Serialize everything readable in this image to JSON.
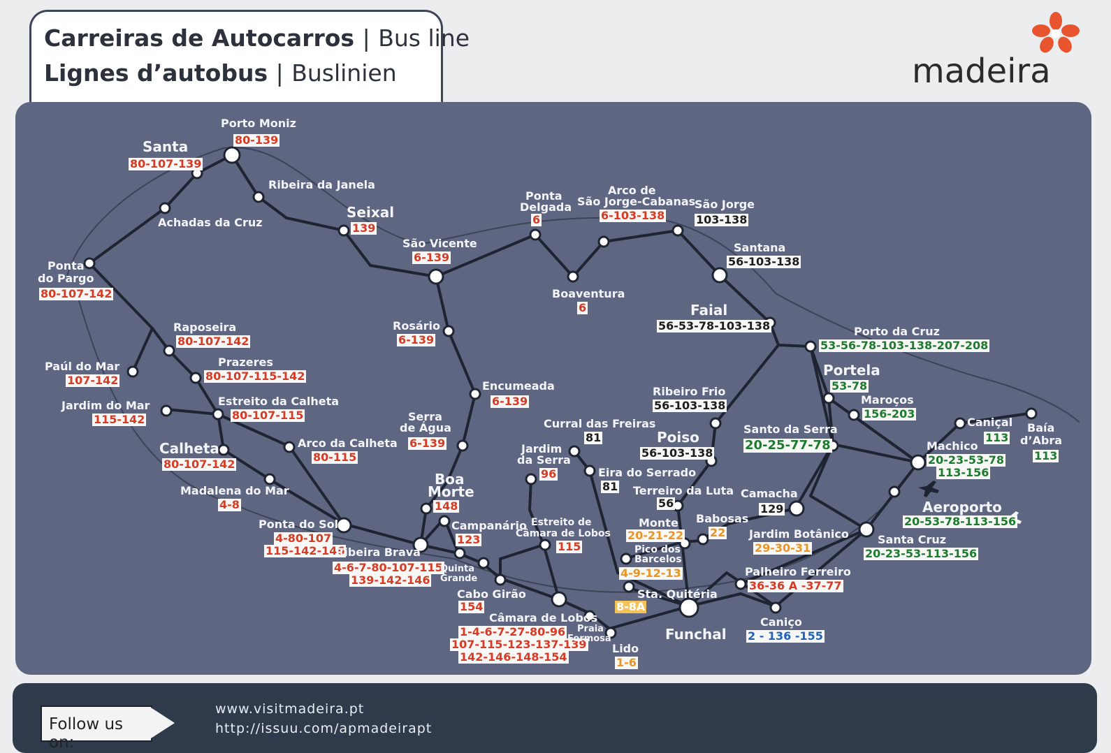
{
  "header": {
    "title_line1_bold": "Carreiras de Autocarros",
    "title_line1_light": "Bus line",
    "title_line2_bold": "Lignes d’autobus",
    "title_line2_light": "Buslinien",
    "separator": "|",
    "brand": "madeira"
  },
  "footer": {
    "follow_label": "Follow us on:",
    "website": "www.visitmadeira.pt",
    "issuu": "http://issuu.com/apmadeirapt"
  },
  "colors": {
    "map_bg": "#5f6682",
    "line": "#1f2433",
    "route_red": "#d63b26",
    "route_orange": "#e99526",
    "route_green": "#1e7a2f",
    "route_blue": "#2062b8",
    "brand_flower": "#e8542d"
  },
  "icons": {
    "brand": "flower-icon",
    "airport": "airplane-icon"
  },
  "stations": {
    "porto_moniz": {
      "name": "Porto Moniz",
      "routes": "80-139"
    },
    "santa": {
      "name": "Santa",
      "routes": "80-107-139"
    },
    "ribeira_da_janela": {
      "name": "Ribeira da Janela"
    },
    "achadas_da_cruz": {
      "name": "Achadas da Cruz"
    },
    "seixal": {
      "name": "Seixal",
      "routes": "139"
    },
    "ponta_do_pargo": {
      "name_1": "Ponta",
      "name_2": "do Pargo",
      "routes": "80-107-142"
    },
    "sao_vicente": {
      "name": "São Vicente",
      "routes": "6-139"
    },
    "ponta_delgada": {
      "name_1": "Ponta",
      "name_2": "Delgada",
      "routes": "6"
    },
    "arco_sao_jorge": {
      "name_1": "Arco de",
      "name_2": "São Jorge-Cabanas",
      "routes": "6-103-138"
    },
    "sao_jorge": {
      "name": "São Jorge",
      "routes": "103-138"
    },
    "boaventura": {
      "name": "Boaventura",
      "routes": "6"
    },
    "santana": {
      "name": "Santana",
      "routes": "56-103-138"
    },
    "faial": {
      "name": "Faial",
      "routes": "56-53-78-103-138"
    },
    "porto_da_cruz": {
      "name": "Porto da Cruz",
      "routes": "53-56-78-103-138-207-208"
    },
    "raposeira": {
      "name": "Raposeira",
      "routes": "80-107-142"
    },
    "rosario": {
      "name": "Rosário",
      "routes": "6-139"
    },
    "paul_do_mar": {
      "name": "Paúl do Mar",
      "routes": "107-142"
    },
    "prazeres": {
      "name": "Prazeres",
      "routes": "80-107-115-142"
    },
    "portela": {
      "name": "Portela",
      "routes": "53-78"
    },
    "encumeada": {
      "name": "Encumeada",
      "routes": "6-139"
    },
    "ribeiro_frio": {
      "name": "Ribeiro Frio",
      "routes": "56-103-138"
    },
    "marocos": {
      "name": "Maroços",
      "routes": "156-203"
    },
    "jardim_do_mar": {
      "name": "Jardim do Mar",
      "routes": "115-142"
    },
    "estreito_calheta": {
      "name": "Estreito da Calheta",
      "routes": "80-107-115"
    },
    "serra_de_agua": {
      "name_1": "Serra",
      "name_2": "de Água",
      "routes": "6-139"
    },
    "curral_das_freiras": {
      "name": "Curral das Freiras",
      "routes": "81"
    },
    "santo_da_serra": {
      "name": "Santo da Serra",
      "routes": "20-25-77-78"
    },
    "canical": {
      "name": "Caniçal",
      "routes": "113"
    },
    "baia_dabra": {
      "name_1": "Baía",
      "name_2": "d’Abra",
      "routes": "113"
    },
    "calheta": {
      "name": "Calheta",
      "routes": "80-107-142"
    },
    "arco_da_calheta": {
      "name": "Arco da Calheta",
      "routes": "80-115"
    },
    "jardim_da_serra": {
      "name_1": "Jardim",
      "name_2": "da Serra",
      "routes": "96"
    },
    "poiso": {
      "name": "Poiso",
      "routes": "56-103-138"
    },
    "machico": {
      "name": "Machico",
      "routes_1": "20-23-53-78",
      "routes_2": "113-156"
    },
    "eira_do_serrado": {
      "name": "Eira do Serrado",
      "routes": "81"
    },
    "boa_morte": {
      "name_1": "Boa",
      "name_2": "Morte",
      "routes": "148"
    },
    "madalena_do_mar": {
      "name": "Madalena do Mar",
      "routes": "4-8"
    },
    "terreiro_da_luta": {
      "name": "Terreiro da Luta",
      "routes": "56"
    },
    "camacha": {
      "name": "Camacha",
      "routes": "129"
    },
    "aeroporto": {
      "name": "Aeroporto",
      "routes": "20-53-78-113-156"
    },
    "monte": {
      "name": "Monte",
      "routes": "20-21-22"
    },
    "babosas": {
      "name": "Babosas",
      "routes": "22"
    },
    "campanario": {
      "name": "Campanário",
      "routes": "123"
    },
    "estreito_camara": {
      "name_1": "Estreito de",
      "name_2": "Câmara de Lobos",
      "routes": "115"
    },
    "ponta_do_sol": {
      "name": "Ponta do Sol",
      "routes_1": "4-80-107",
      "routes_2": "115-142-146"
    },
    "jardim_botanico": {
      "name": "Jardim Botânico",
      "routes": "29-30-31"
    },
    "santa_cruz": {
      "name": "Santa Cruz",
      "routes": "20-23-53-113-156"
    },
    "ribeira_brava": {
      "name": "Ribeira Brava",
      "routes_1": "4-6-7-80-107-115",
      "routes_2": "139-142-146"
    },
    "quinta_grande": {
      "name_1": "Quinta",
      "name_2": "Grande"
    },
    "pico_dos_barcelos": {
      "name_1": "Pico dos",
      "name_2": "Barcelos",
      "routes": "4-9-12-13"
    },
    "palheiro_ferreiro": {
      "name": "Palheiro Ferreiro",
      "routes": "36-36 A -37-77"
    },
    "cabo_girao": {
      "name": "Cabo Girão",
      "routes": "154"
    },
    "sta_quiteria": {
      "name": "Sta. Quitéria",
      "routes": "8-8A"
    },
    "camara_de_lobos": {
      "name": "Câmara de Lobos",
      "routes_1": "1-4-6-7-27-80-96",
      "routes_2": "107-115-123-137-139",
      "routes_3": "142-146-148-154"
    },
    "canico": {
      "name": "Caniço",
      "routes": "2 - 136 -155"
    },
    "funchal": {
      "name": "Funchal"
    },
    "praia_formosa": {
      "name_1": "Praia",
      "name_2": "Formosa"
    },
    "lido": {
      "name": "Lido",
      "routes": "1-6"
    }
  }
}
